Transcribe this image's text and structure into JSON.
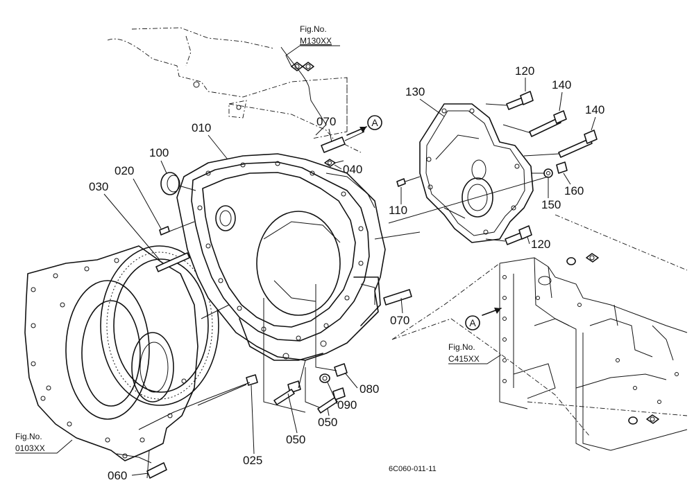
{
  "fig_refs": {
    "m130": {
      "line1": "Fig.No.",
      "line2": "M130XX"
    },
    "c415": {
      "line1": "Fig.No.",
      "line2": "C415XX"
    },
    "o103": {
      "line1": "Fig.No.",
      "line2": "0103XX"
    }
  },
  "markers": {
    "a_top": "A",
    "a_right": "A"
  },
  "parts": {
    "p010": "010",
    "p020": "020",
    "p025": "025",
    "p030": "030",
    "p040": "040",
    "p050a": "050",
    "p050b": "050",
    "p060": "060",
    "p070a": "070",
    "p070b": "070",
    "p080": "080",
    "p090": "090",
    "p100": "100",
    "p110": "110",
    "p120a": "120",
    "p120b": "120",
    "p130": "130",
    "p140a": "140",
    "p140b": "140",
    "p150": "150",
    "p160": "160"
  },
  "drawing_code": "6C060-011-11"
}
